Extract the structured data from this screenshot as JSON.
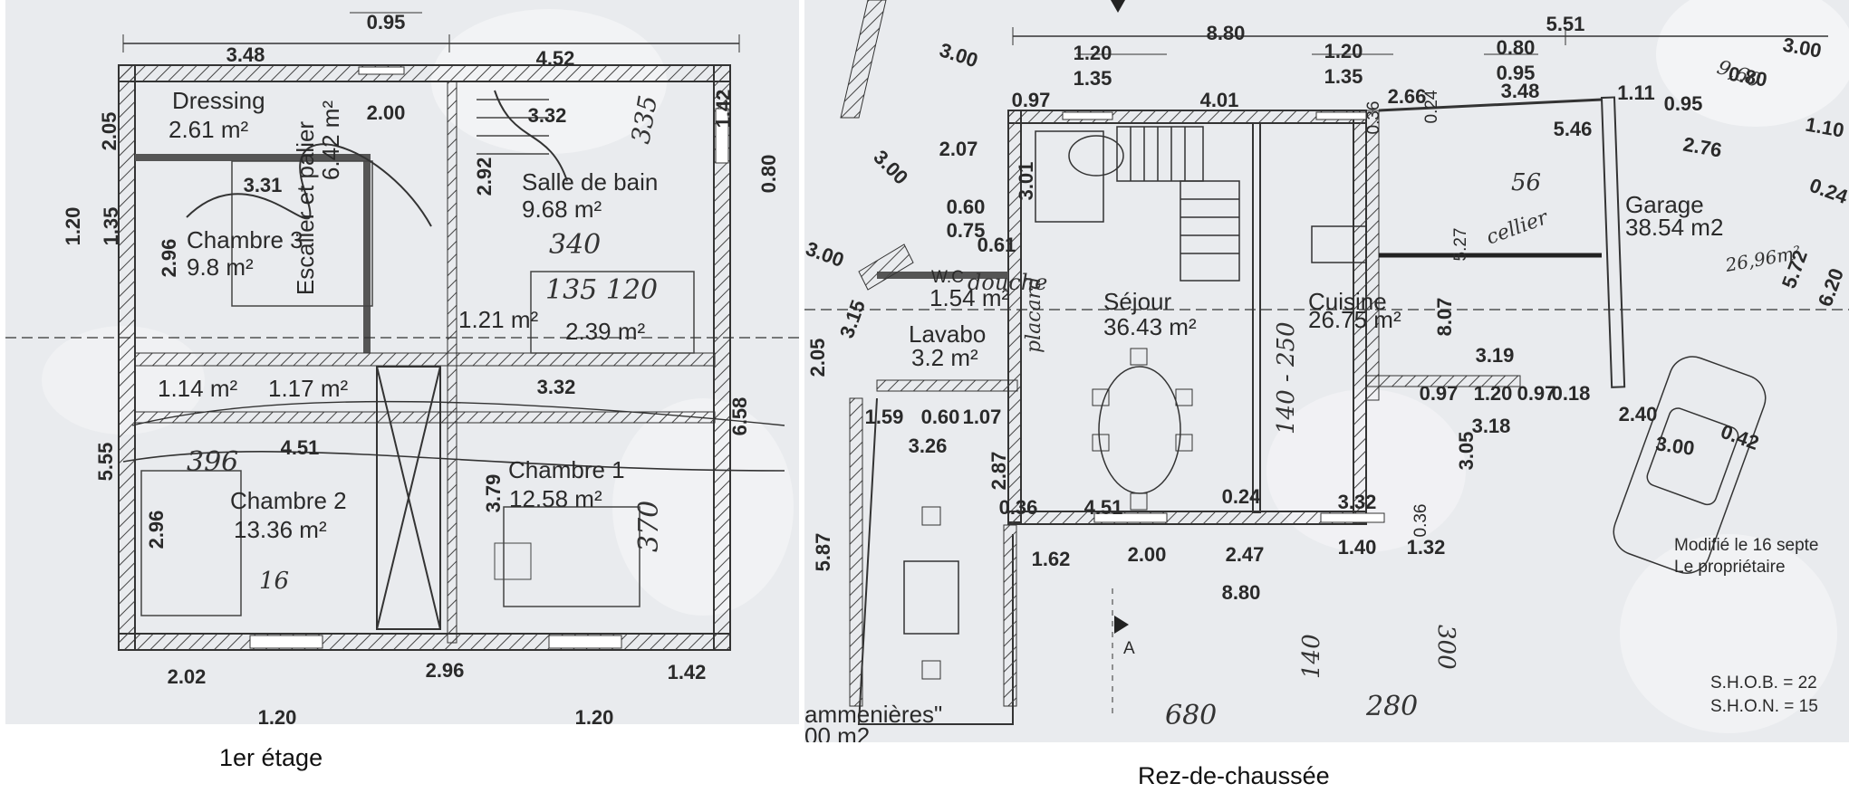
{
  "captions": {
    "left": "1er étage",
    "right": "Rez-de-chaussée"
  },
  "first_floor": {
    "rooms": {
      "dressing": "Dressing",
      "dressing_area": "2.61 m²",
      "stair": "Escalier et palier",
      "stair_area": "6.42 m²",
      "bath": "Salle de bain",
      "bath_area": "9.68 m²",
      "ch3": "Chambre 3",
      "ch3_area": "9.8 m²",
      "ch2": "Chambre 2",
      "ch2_area": "13.36 m²",
      "ch1": "Chambre 1",
      "ch1_area": "12.58 m²",
      "small_a": "1.14 m²",
      "small_b": "1.17 m²",
      "small_c": "1.21 m²",
      "small_d": "2.39 m²"
    },
    "dims": {
      "d0": "0.95",
      "d1": "3.48",
      "d2": "4.52",
      "d3": "2.00",
      "d4": "3.32",
      "d5": "2.05",
      "d6": "1.42",
      "d7": "3.31",
      "d8": "2.92",
      "d9": "0.80",
      "d10": "1.20",
      "d11": "1.35",
      "d12": "2.96",
      "d13": "3.32",
      "d14": "4.51",
      "d15": "5.55",
      "d16": "3.79",
      "d17": "6.58",
      "d18": "2.02",
      "d19": "2.96",
      "d20": "1.42",
      "d21": "2.96",
      "d22": "1.20",
      "d23": "1.20"
    },
    "notes": {
      "n1": "340",
      "n2": "135 120",
      "n3": "396",
      "n4": "370",
      "n5": "335",
      "n6": "16"
    }
  },
  "ground_floor": {
    "rooms": {
      "wc": "W.C",
      "wc_area": "1.54 m²",
      "lavabo": "Lavabo",
      "lavabo_area": "3.2 m²",
      "sejour": "Séjour",
      "sejour_area": "36.43 m²",
      "cuisine": "Cuisine",
      "cuisine_area": "26.75 m²",
      "garage": "Garage",
      "garage_area": "38.54 m2",
      "outside": "ammenières\"",
      "outside_area": "00 m2"
    },
    "dims": {
      "g1": "8.80",
      "g2": "5.51",
      "g3": "1.20",
      "g4": "1.35",
      "g5": "1.20",
      "g6": "1.35",
      "g7": "0.80",
      "g8": "0.95",
      "g9": "3.00",
      "g10": "0.97",
      "g11": "4.01",
      "g12": "2.66",
      "g13": "0.36",
      "g14": "0.24",
      "g15": "3.48",
      "g16": "5.46",
      "g17": "1.11",
      "g18": "0.95",
      "g19": "2.76",
      "g20": "1.10",
      "g21": "0.80",
      "g22": "3.00",
      "g23": "2.07",
      "g24": "3.00",
      "g25": "3.01",
      "g26": "0.60",
      "g27": "0.75",
      "g28": "0.61",
      "g29": "3.00",
      "g30": "3.15",
      "g31": "2.05",
      "g32": "5.27",
      "g33": "0.24",
      "g34": "5.72",
      "g35": "6.20",
      "g36": "8.07",
      "g37": "3.19",
      "g38": "0.97",
      "g39": "1.20",
      "g40": "0.97",
      "g41": "0.18",
      "g42": "1.59",
      "g43": "0.60",
      "g44": "1.07",
      "g45": "3.26",
      "g46": "2.87",
      "g47": "3.18",
      "g48": "3.05",
      "g49": "2.40",
      "g50": "0.42",
      "g51": "3.00",
      "g52": "0.36",
      "g53": "4.51",
      "g54": "0.24",
      "g55": "3.32",
      "g56": "0.36",
      "g57": "1.62",
      "g58": "2.00",
      "g59": "2.47",
      "g60": "1.40",
      "g61": "1.32",
      "g62": "8.80",
      "g63": "5.87"
    },
    "notes": {
      "modified": "Modifié le 16 septe",
      "owner": "Le propriétaire",
      "shob": "S.H.O.B. = 22",
      "shon": "S.H.O.N. = 15",
      "section": "A",
      "h1": "douche",
      "h2": "placard",
      "h3": "140 - 250",
      "h4": "300",
      "h5": "140",
      "h6": "280",
      "h7": "680",
      "h8": "26,96m²",
      "h9": "cellier",
      "h10": "9,60",
      "h11": "56"
    }
  }
}
